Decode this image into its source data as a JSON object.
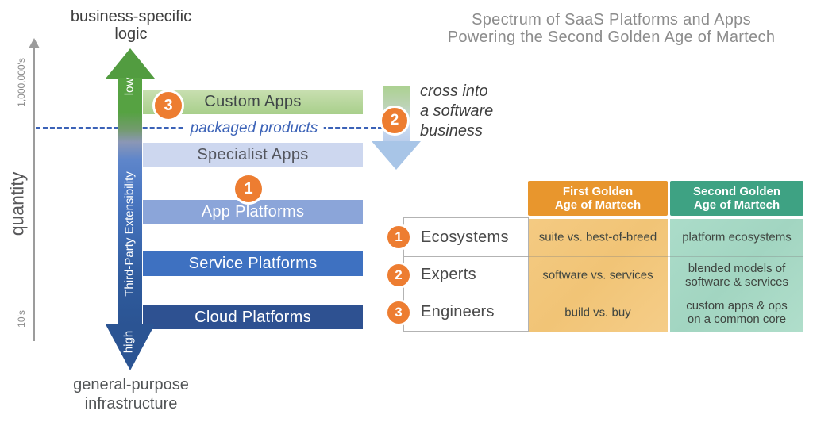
{
  "title": {
    "line1": "Spectrum of SaaS Platforms and Apps",
    "line2": "Powering the Second Golden Age of Martech"
  },
  "axis": {
    "label": "quantity",
    "top_tick": "1,000,000's",
    "bottom_tick": "10's"
  },
  "spectrum": {
    "top_label": {
      "line1": "business-specific",
      "line2": "logic"
    },
    "bottom_label": {
      "line1": "general-purpose",
      "line2": "infrastructure"
    },
    "arrow": {
      "low_label": "low",
      "middle_label": "Third-Party Extensibility",
      "high_label": "high"
    },
    "bars": [
      {
        "label": "Custom Apps"
      },
      {
        "label": "Specialist Apps"
      },
      {
        "label": "App Platforms"
      },
      {
        "label": "Service Platforms"
      },
      {
        "label": "Cloud Platforms"
      }
    ],
    "threshold_label": "packaged products",
    "markers": {
      "custom_apps": "3",
      "app_platforms": "1",
      "crossover": "2"
    },
    "cross_note": {
      "line1": "cross into",
      "line2": "a software",
      "line3": "business"
    }
  },
  "table": {
    "headers": [
      {
        "line1": "First Golden",
        "line2": "Age of Martech"
      },
      {
        "line1": "Second Golden",
        "line2": "Age of Martech"
      }
    ],
    "rows": [
      {
        "num": "1",
        "label": "Ecosystems",
        "first": [
          "suite vs. best-of-breed"
        ],
        "second": [
          "platform ecosystems"
        ]
      },
      {
        "num": "2",
        "label": "Experts",
        "first": [
          "software vs. services"
        ],
        "second": [
          "blended models of",
          "software & services"
        ]
      },
      {
        "num": "3",
        "label": "Engineers",
        "first": [
          "build vs. buy"
        ],
        "second": [
          "custom apps & ops",
          "on a common core"
        ]
      }
    ]
  },
  "colors": {
    "marker_orange": "#ED7D31",
    "header_first": "#E8962D",
    "header_second": "#3EA283",
    "body_first": "#F2C77C",
    "body_second": "#A6D7C4",
    "bar_custom_green": "#B7D69D",
    "bar_specialist_blue": "#CDD7EF",
    "bar_app_blue": "#8BA5D9",
    "bar_service_blue": "#3E71C1",
    "bar_cloud_blue": "#2E5191",
    "arrow_green": "#529C40",
    "arrow_dark_blue": "#2B5493",
    "dashed_blue": "#3B62B7",
    "title_gray": "#8C8C8C"
  }
}
